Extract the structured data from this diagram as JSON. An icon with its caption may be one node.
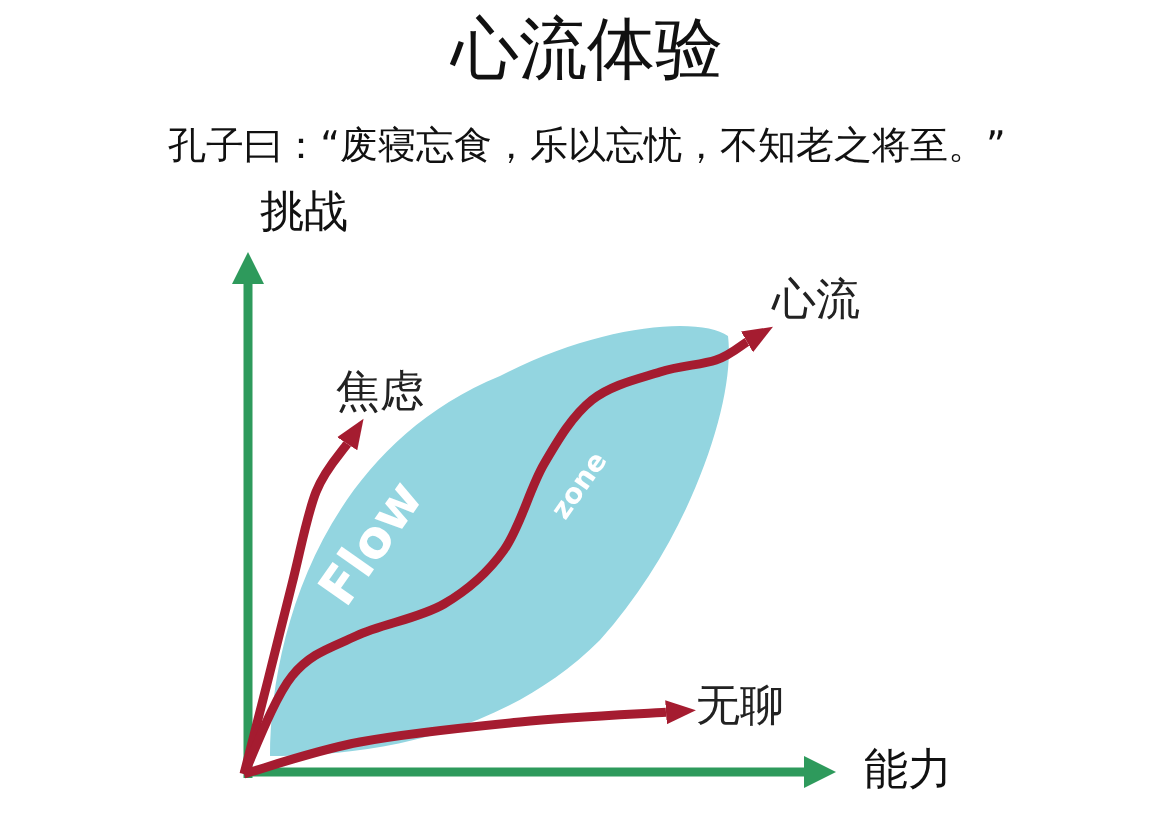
{
  "diagram": {
    "title": "心流体验",
    "nodes": [
      {
        "text": [
          "心流"
        ]
      },
      {
        "text": [
          "焦虑"
        ]
      },
      {
        "text": [
          "Flow",
          "zone"
        ]
      },
      {
        "text": [
          "无聊"
        ]
      }
    ],
    "edges": [
      {
        "from": null,
        "to": 1,
        "arrow": "to"
      },
      {
        "from": null,
        "to": 0,
        "arrow": "to"
      },
      {
        "from": null,
        "to": 3,
        "arrow": "to"
      }
    ],
    "labels": [
      "孔子曰：“废寝忘食，乐以忘忧，不知老之将至。”",
      "挑战",
      "能力"
    ]
  }
}
